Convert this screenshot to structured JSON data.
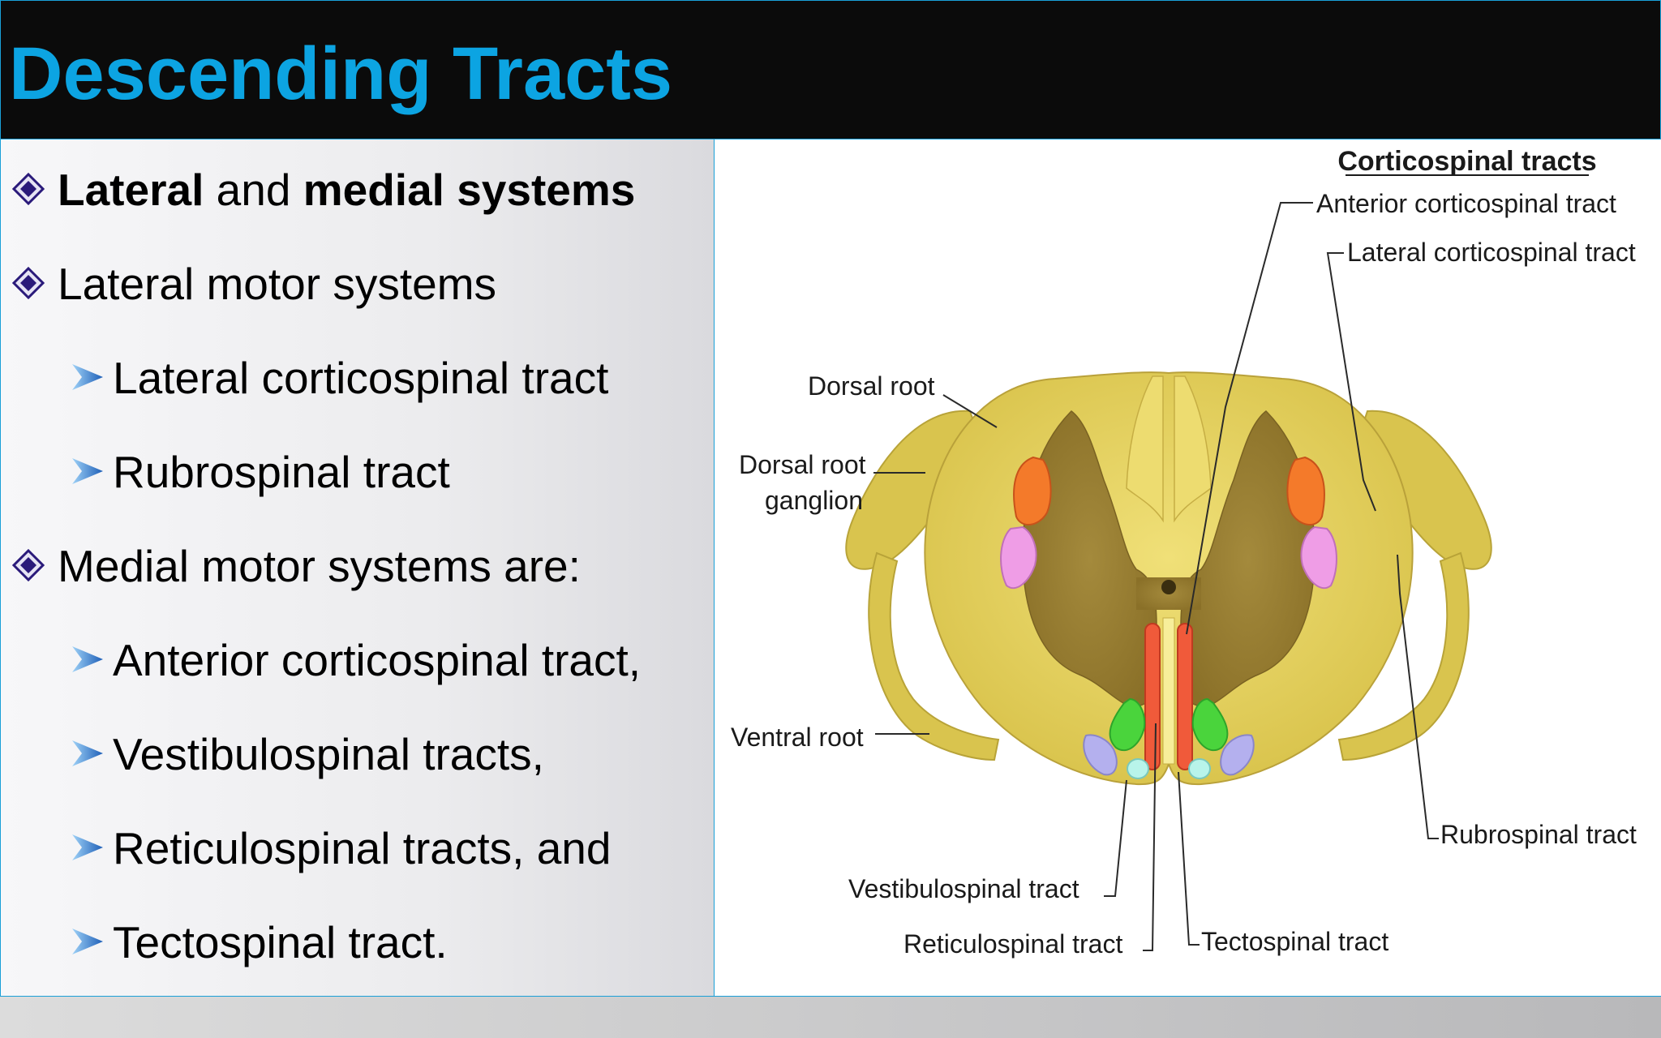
{
  "slide": {
    "title": "Descending Tracts",
    "bullets": [
      {
        "level": 1,
        "parts": [
          {
            "text": "Lateral",
            "bold": true
          },
          {
            "text": " and ",
            "bold": false
          },
          {
            "text": "medial systems",
            "bold": true
          }
        ]
      },
      {
        "level": 1,
        "text": "Lateral motor systems"
      },
      {
        "level": 2,
        "text": "Lateral corticospinal tract"
      },
      {
        "level": 2,
        "text": "Rubrospinal tract"
      },
      {
        "level": 1,
        "text": "Medial motor systems are:"
      },
      {
        "level": 2,
        "text": "Anterior corticospinal tract,"
      },
      {
        "level": 2,
        "text": "Vestibulospinal tracts,"
      },
      {
        "level": 2,
        "text": "Reticulospinal tracts, and"
      },
      {
        "level": 2,
        "text": "Tectospinal tract."
      }
    ]
  },
  "diagram": {
    "heading": "Corticospinal tracts",
    "labels": {
      "anterior_corticospinal": "Anterior corticospinal tract",
      "lateral_corticospinal": "Lateral corticospinal tract",
      "dorsal_root": "Dorsal root",
      "dorsal_root_ganglion_1": "Dorsal root",
      "dorsal_root_ganglion_2": "ganglion",
      "ventral_root": "Ventral root",
      "rubrospinal": "Rubrospinal tract",
      "vestibulospinal": "Vestibulospinal tract",
      "reticulospinal": "Reticulospinal tract",
      "tectospinal": "Tectospinal tract"
    }
  },
  "colors": {
    "title": "#0ca4e2",
    "header_bg": "#0b0b0b",
    "border": "#1aa0d8",
    "bullet_diamond": "#2a1a7a",
    "arrow": "#1e7fd0",
    "white_matter": "#e4d060",
    "gray_matter": "#9c8234",
    "lateral_corticospinal": "#f47a2a",
    "rubrospinal": "#ef9de6",
    "anterior_corticospinal": "#f05a3a",
    "reticulospinal": "#4ad43c",
    "vestibulospinal": "#b4b0ee",
    "tectospinal": "#b8f4ea"
  },
  "icons": {
    "level1": "diamond-bullet-icon",
    "level2": "arrow-bullet-icon"
  }
}
